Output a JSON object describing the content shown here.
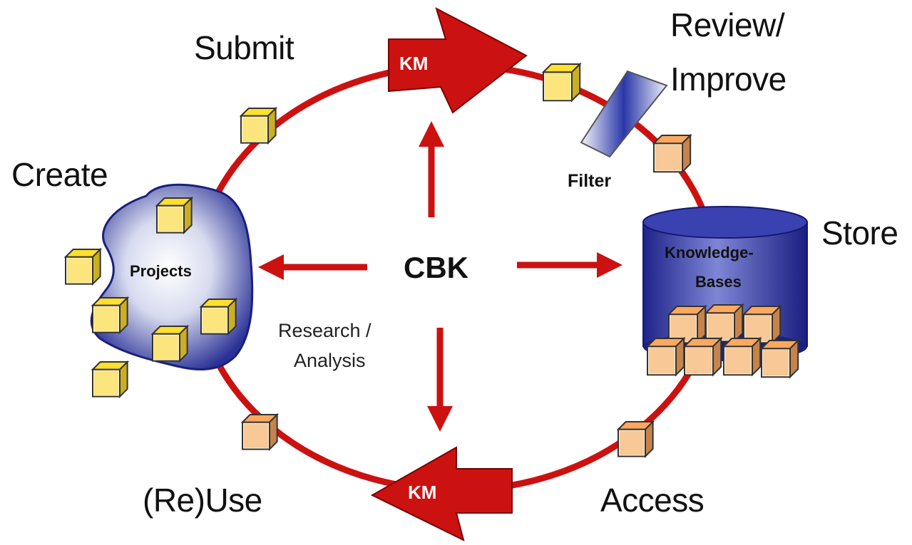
{
  "stages": {
    "submit": "Submit",
    "review": "Review/",
    "review_2": "Improve",
    "create": "Create",
    "store": "Store",
    "reuse": "(Re)Use",
    "access": "Access"
  },
  "center": {
    "label": "CBK",
    "research_1": "Research /",
    "research_2": "Analysis"
  },
  "elements": {
    "projects": "Projects",
    "kb_1": "Knowledge-",
    "kb_2": "Bases",
    "filter": "Filter",
    "km_top": "KM",
    "km_bottom": "KM"
  },
  "colors": {
    "cycle_red": "#cc1111",
    "cube_yellow": "#f7d52a",
    "cube_orange": "#f2a05a",
    "blob_blue": "#2f3aa0",
    "cylinder_blue": "#2a2f9a"
  },
  "icons": {
    "knowledge_unit": "cube-icon",
    "filter": "filter-pane-icon",
    "storage": "database-cylinder-icon"
  }
}
